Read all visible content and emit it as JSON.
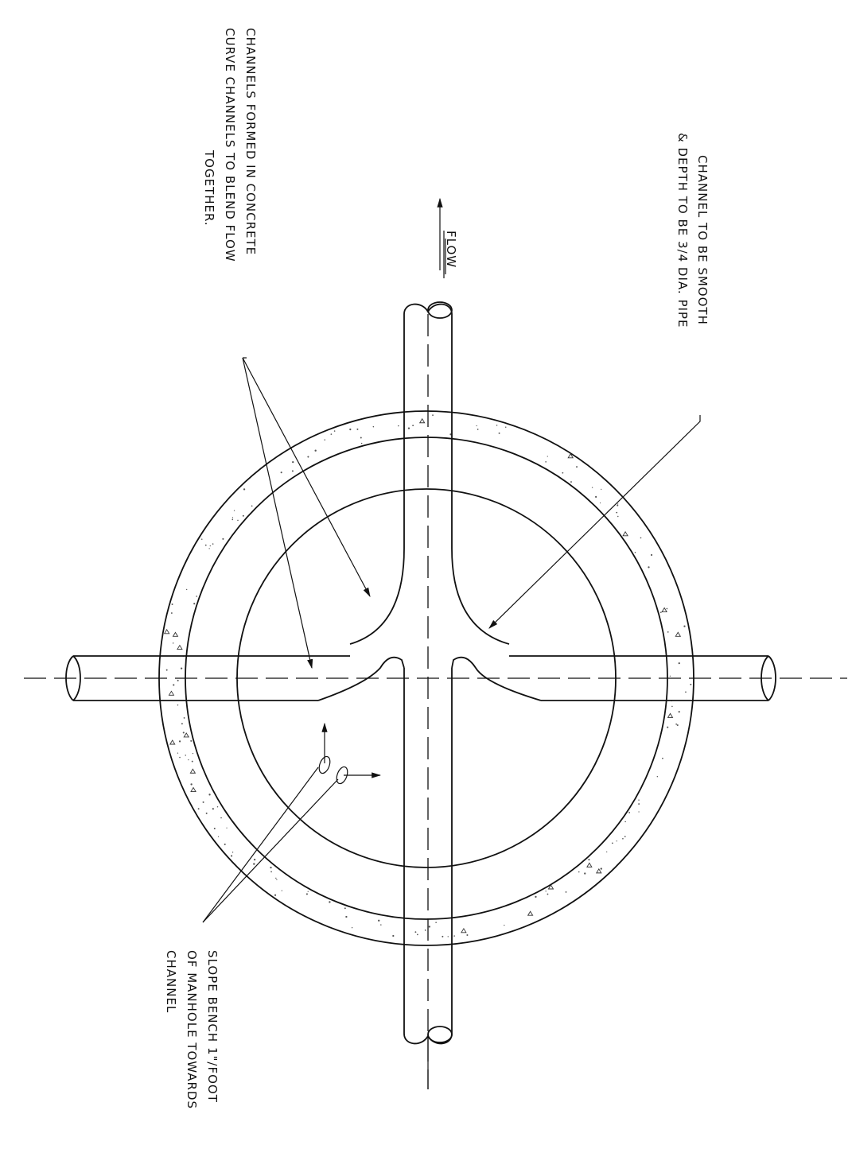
{
  "labels": {
    "flow": "FLOW",
    "channel_smooth": [
      "CHANNEL TO BE SMOOTH",
      "& DEPTH TO BE 3/4 DIA. PIPE"
    ],
    "channels_formed": [
      "CHANNELS FORMED IN CONCRETE",
      "CURVE CHANNELS TO BLEND FLOW",
      "TOGETHER."
    ],
    "slope_bench": [
      "SLOPE BENCH 1\"/FOOT",
      "OF MANHOLE TOWARDS",
      "CHANNEL"
    ]
  }
}
